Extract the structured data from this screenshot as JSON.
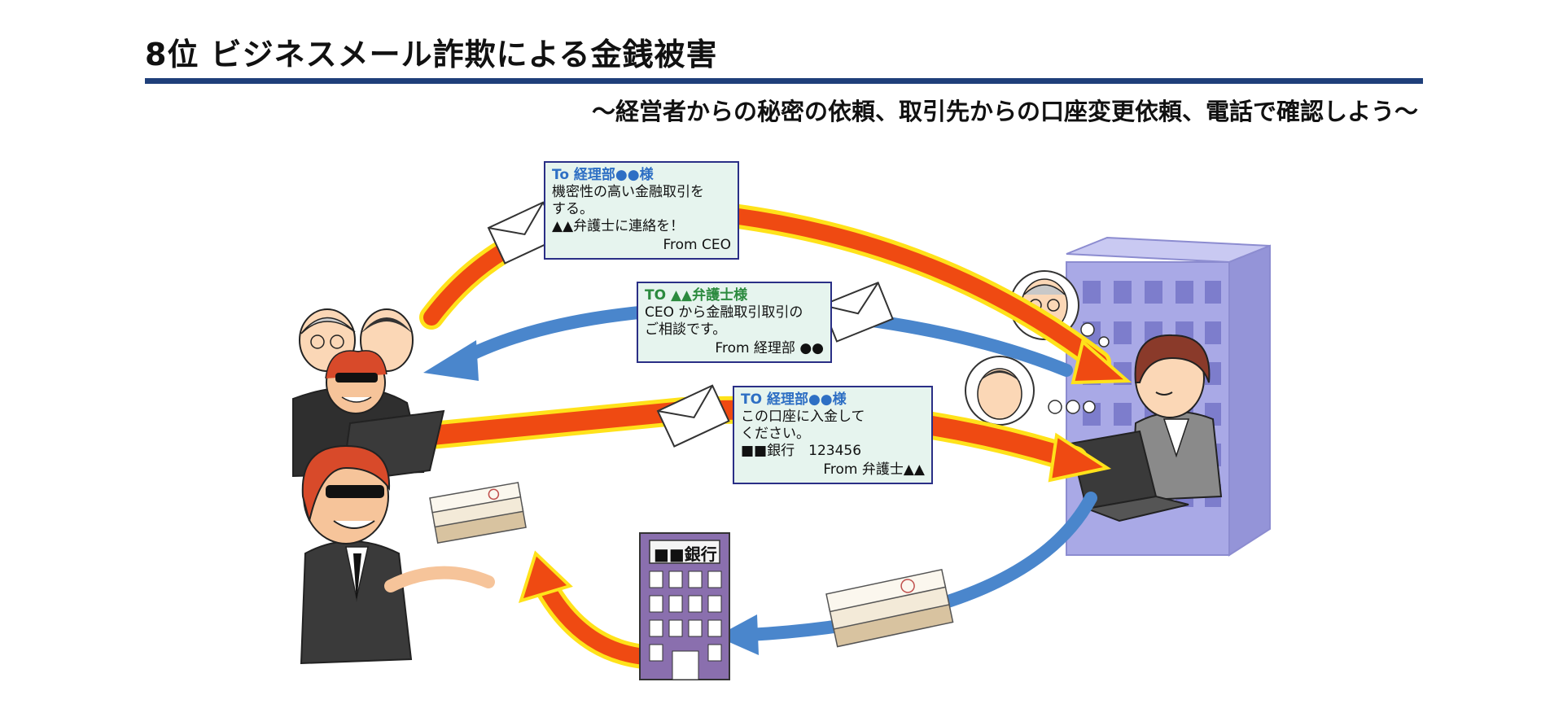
{
  "header": {
    "title": "8位 ビジネスメール詐欺による金銭被害",
    "subtitle": "～経営者からの秘密の依頼、取引先からの口座変更依頼、電話で確認しよう～"
  },
  "messages": [
    {
      "to": "To 経理部●●様",
      "to_color": "#2e6fc4",
      "lines": [
        "機密性の高い金融取引を",
        "する。",
        "▲▲弁護士に連絡を！"
      ],
      "from": "From CEO"
    },
    {
      "to": "TO ▲▲弁護士様",
      "to_color": "#2b8a3e",
      "lines": [
        "CEO から金融取引取引の",
        "ご相談です。"
      ],
      "from": "From 経理部 ●●"
    },
    {
      "to": "TO 経理部●●様",
      "to_color": "#2e6fc4",
      "lines": [
        "この口座に入金して",
        "ください。",
        "■■銀行　123456"
      ],
      "from": "From 弁護士▲▲"
    }
  ],
  "bank": {
    "sign": "■■銀行"
  },
  "colors": {
    "title_rule": "#1f3f7a",
    "orange_arrow": "#ef4a12",
    "orange_outline": "#ffe21a",
    "blue_arrow": "#4a86cc",
    "building": "#a9a9e6",
    "bank_building": "#8a6fae",
    "message_bg": "#e6f4ee",
    "message_border": "#2a2f86"
  }
}
